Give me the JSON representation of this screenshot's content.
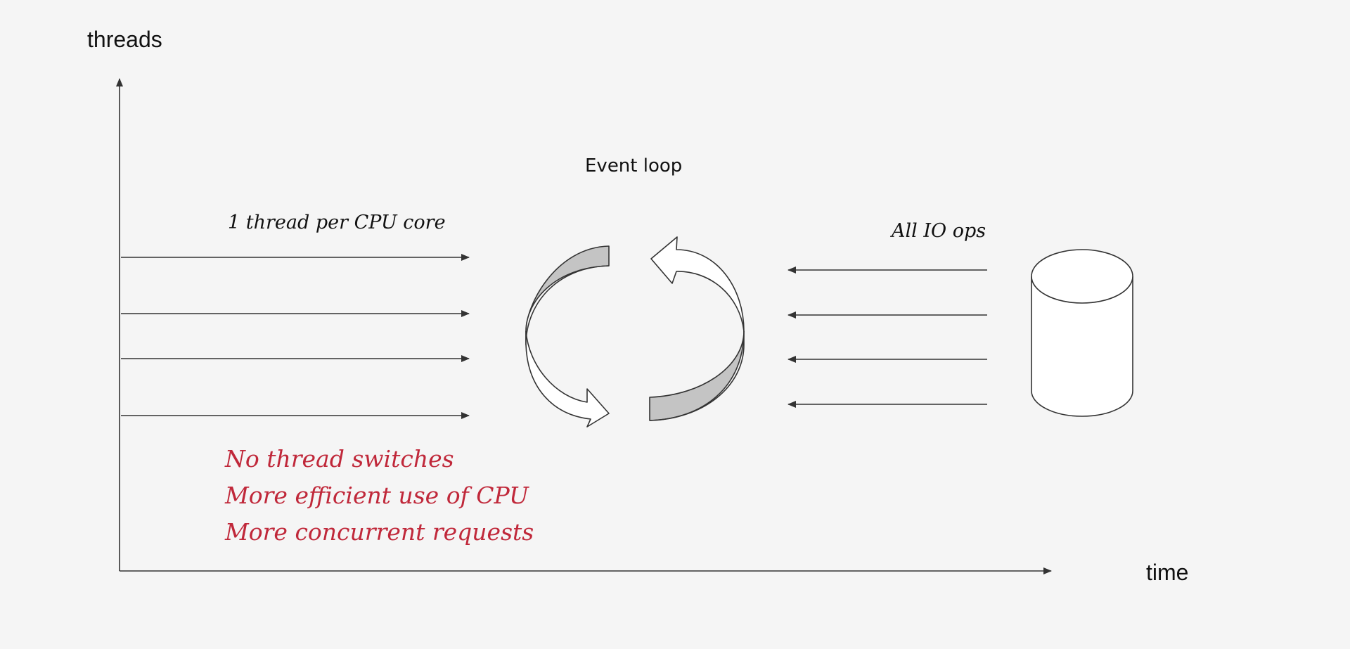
{
  "axes": {
    "y_label": "threads",
    "x_label": "time"
  },
  "labels": {
    "event_loop": "Event loop",
    "cpu_threads": "1 thread per CPU core",
    "io_ops": "All IO ops"
  },
  "benefits": [
    "No thread switches",
    "More efficient use of CPU",
    "More concurrent requests"
  ],
  "colors": {
    "background": "#f5f5f5",
    "stroke": "#333333",
    "arrow_fill": "#c4c4c4",
    "highlight_text": "#c0283a"
  },
  "icons": {
    "event_loop": "cycle-arrows-icon",
    "storage": "database-cylinder-icon"
  }
}
